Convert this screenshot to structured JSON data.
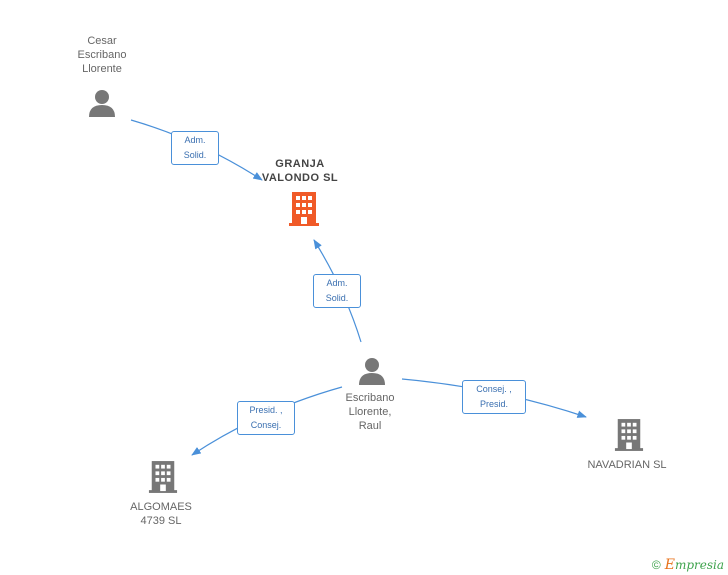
{
  "nodes": {
    "cesar": {
      "label": "Cesar\nEscribano\nLlorente"
    },
    "granja": {
      "label": "GRANJA\nVALONDO SL"
    },
    "raul": {
      "label": "Escribano\nLlorente,\nRaul"
    },
    "algomaes": {
      "label": "ALGOMAES\n4739 SL"
    },
    "navadrian": {
      "label": "NAVADRIAN SL"
    }
  },
  "roles": {
    "cesar_granja": "Adm.\nSolid.",
    "raul_granja": "Adm.\nSolid.",
    "raul_algomaes": "Presid. ,\nConsej.",
    "raul_navadrian": "Consej. ,\nPresid."
  },
  "colors": {
    "edge": "#4a90d9",
    "person": "#777777",
    "company": "#777777",
    "company_main": "#f05a28"
  },
  "footer": {
    "copyright": "©",
    "brand_initial": "E",
    "brand_rest": "mpresia"
  }
}
